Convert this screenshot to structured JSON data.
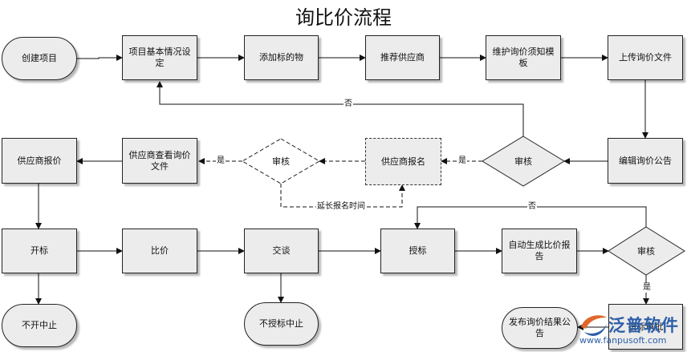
{
  "title": "询比价流程",
  "nodes": {
    "create": "创建项目",
    "basic": "项目基本情况设定",
    "add": "添加标的物",
    "recommend": "推荐供应商",
    "template": "维护询价须知模板",
    "upload": "上传询价文件",
    "edit": "编辑询价公告",
    "review1": "审核",
    "register": "供应商报名",
    "review2": "审核",
    "view": "供应商查看询价文件",
    "quote": "供应商报价",
    "open": "开标",
    "compare": "比价",
    "negotiate": "交谈",
    "award": "授标",
    "report": "自动生成比价报告",
    "review3": "审核",
    "notopen": "不开中止",
    "noaward": "不授标中止",
    "publish": "发布询价结果公告",
    "approve": "授标审批"
  },
  "edges": {
    "no1": "否",
    "yes1": "是",
    "yes2": "是",
    "extend": "延长报名时间",
    "no2": "否",
    "yes3": "是"
  },
  "watermark": {
    "name": "泛普软件",
    "url": "www.fanpusoft.com"
  }
}
